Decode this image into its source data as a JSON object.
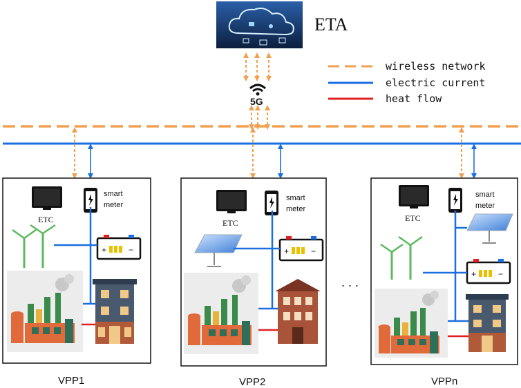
{
  "title": "ETA",
  "network_label": "5G",
  "legend": {
    "wireless": "wireless network",
    "electric": "electric current",
    "heat": "heat flow"
  },
  "vpps": [
    {
      "name": "VPP1",
      "etc": "ETC",
      "meter_line1": "smart",
      "meter_line2": "meter"
    },
    {
      "name": "VPP2",
      "etc": "ETC",
      "meter_line1": "smart",
      "meter_line2": "meter"
    },
    {
      "name": "VPPn",
      "etc": "ETC",
      "meter_line1": "smart",
      "meter_line2": "meter"
    }
  ],
  "ellipsis": ". . .",
  "colors": {
    "wireless": "#f0a050",
    "electric": "#1a6fe0",
    "heat": "#e02020",
    "cloud_bg": "#14305a"
  }
}
